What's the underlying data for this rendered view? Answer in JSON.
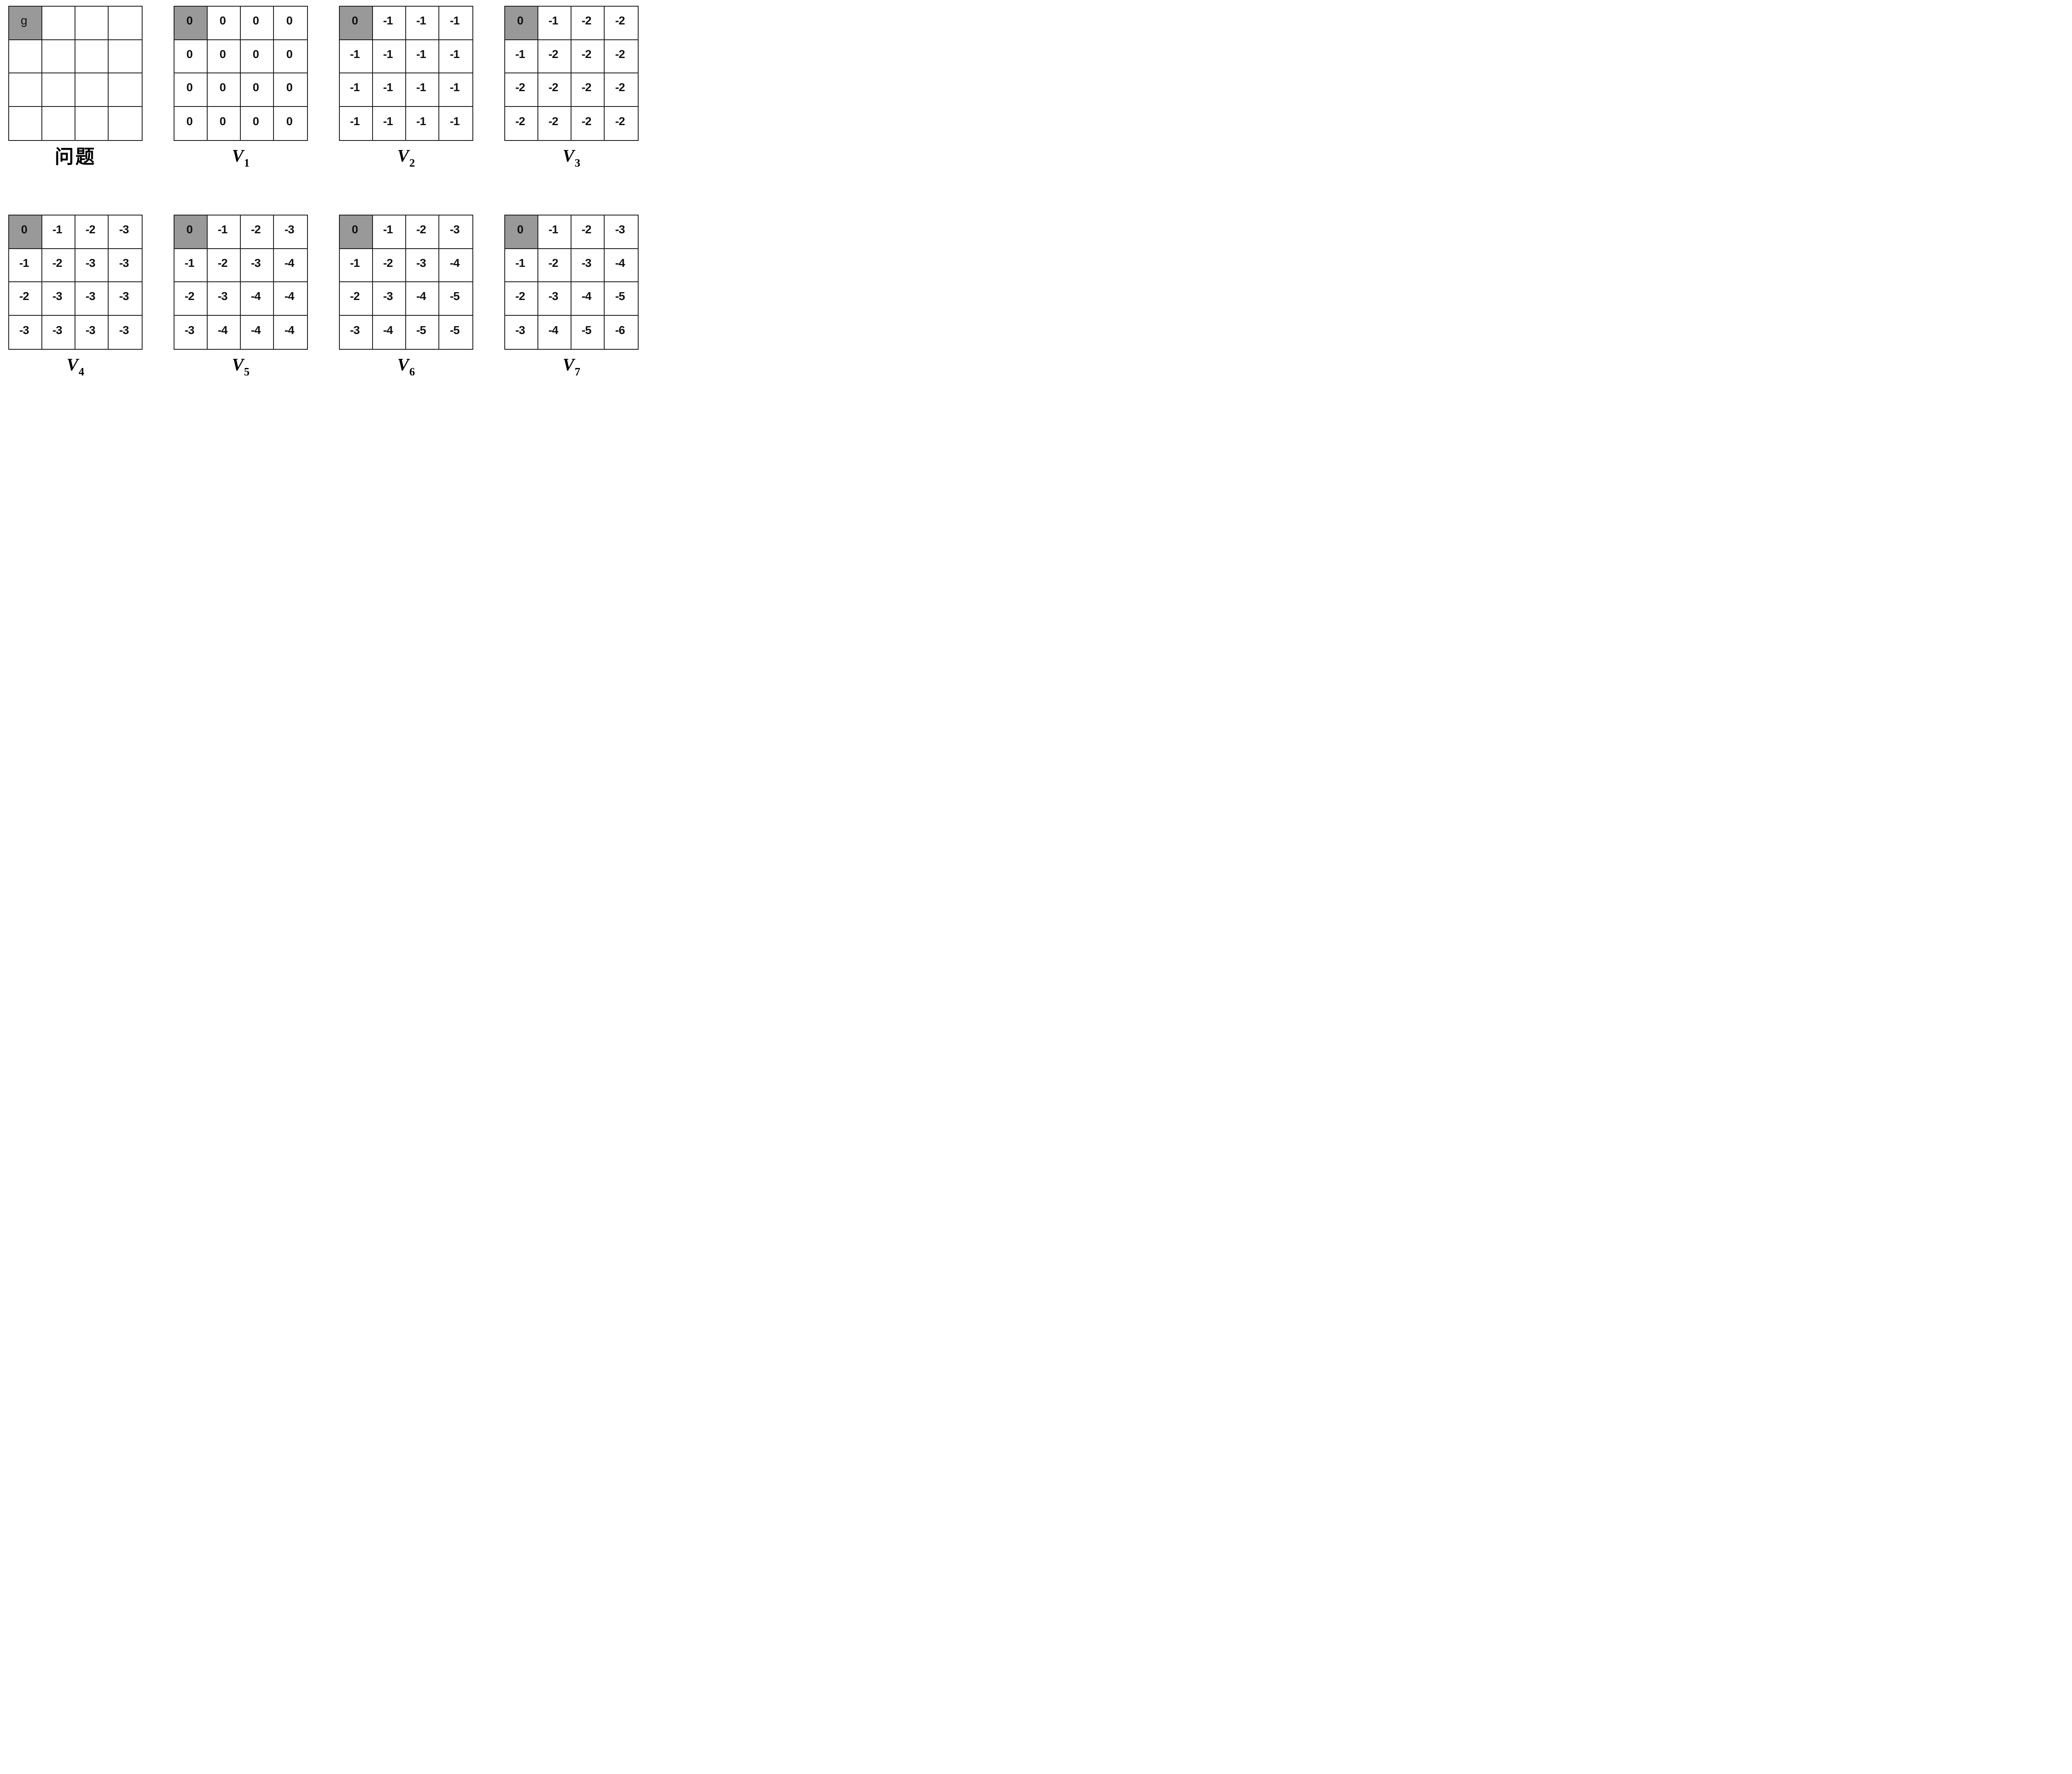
{
  "figure": {
    "description_colors": {
      "goal_fill": "#999999",
      "grid_line": "#1a1a1a",
      "text": "#111111",
      "background": "#ffffff"
    },
    "goal_cell": {
      "row": 0,
      "col": 0
    }
  },
  "panels": [
    {
      "caption_base": "问题",
      "caption_sub": "",
      "cells": [
        [
          "g",
          "",
          "",
          ""
        ],
        [
          "",
          "",
          "",
          ""
        ],
        [
          "",
          "",
          "",
          ""
        ],
        [
          "",
          "",
          "",
          ""
        ]
      ]
    },
    {
      "caption_base": "V",
      "caption_sub": "1",
      "cells": [
        [
          "0",
          "0",
          "0",
          "0"
        ],
        [
          "0",
          "0",
          "0",
          "0"
        ],
        [
          "0",
          "0",
          "0",
          "0"
        ],
        [
          "0",
          "0",
          "0",
          "0"
        ]
      ]
    },
    {
      "caption_base": "V",
      "caption_sub": "2",
      "cells": [
        [
          "0",
          "-1",
          "-1",
          "-1"
        ],
        [
          "-1",
          "-1",
          "-1",
          "-1"
        ],
        [
          "-1",
          "-1",
          "-1",
          "-1"
        ],
        [
          "-1",
          "-1",
          "-1",
          "-1"
        ]
      ]
    },
    {
      "caption_base": "V",
      "caption_sub": "3",
      "cells": [
        [
          "0",
          "-1",
          "-2",
          "-2"
        ],
        [
          "-1",
          "-2",
          "-2",
          "-2"
        ],
        [
          "-2",
          "-2",
          "-2",
          "-2"
        ],
        [
          "-2",
          "-2",
          "-2",
          "-2"
        ]
      ]
    },
    {
      "caption_base": "V",
      "caption_sub": "4",
      "cells": [
        [
          "0",
          "-1",
          "-2",
          "-3"
        ],
        [
          "-1",
          "-2",
          "-3",
          "-3"
        ],
        [
          "-2",
          "-3",
          "-3",
          "-3"
        ],
        [
          "-3",
          "-3",
          "-3",
          "-3"
        ]
      ]
    },
    {
      "caption_base": "V",
      "caption_sub": "5",
      "cells": [
        [
          "0",
          "-1",
          "-2",
          "-3"
        ],
        [
          "-1",
          "-2",
          "-3",
          "-4"
        ],
        [
          "-2",
          "-3",
          "-4",
          "-4"
        ],
        [
          "-3",
          "-4",
          "-4",
          "-4"
        ]
      ]
    },
    {
      "caption_base": "V",
      "caption_sub": "6",
      "cells": [
        [
          "0",
          "-1",
          "-2",
          "-3"
        ],
        [
          "-1",
          "-2",
          "-3",
          "-4"
        ],
        [
          "-2",
          "-3",
          "-4",
          "-5"
        ],
        [
          "-3",
          "-4",
          "-5",
          "-5"
        ]
      ]
    },
    {
      "caption_base": "V",
      "caption_sub": "7",
      "cells": [
        [
          "0",
          "-1",
          "-2",
          "-3"
        ],
        [
          "-1",
          "-2",
          "-3",
          "-4"
        ],
        [
          "-2",
          "-3",
          "-4",
          "-5"
        ],
        [
          "-3",
          "-4",
          "-5",
          "-6"
        ]
      ]
    }
  ]
}
